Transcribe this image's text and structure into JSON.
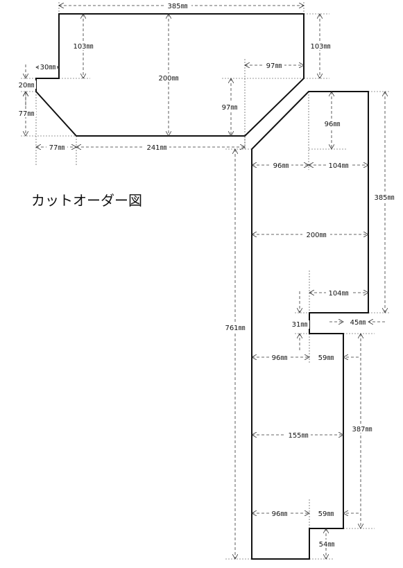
{
  "title": "カットオーダー図",
  "labels": {
    "top_width": "385㎜",
    "top_height_left": "103㎜",
    "top_height_right": "103㎜",
    "center_height": "200㎜",
    "left_step_width": "30㎜",
    "left_step_height": "20㎜",
    "left_bevel_height": "77㎜",
    "left_bevel_width": "77㎜",
    "bottom_width": "241㎜",
    "right_bevel_width": "97㎜",
    "right_bevel_height": "97㎜",
    "leg_bevel_height": "96㎜",
    "leg_inner_width": "96㎜",
    "leg_outer_width": "104㎜",
    "leg_height_right": "385㎜",
    "leg_width": "200㎜",
    "step_width": "104㎜",
    "step_height": "31㎜",
    "step_offset": "45㎜",
    "total_height": "761㎜",
    "lower_inner_1": "96㎜",
    "notch_1": "59㎜",
    "lower_width": "155㎜",
    "lower_height": "387㎜",
    "lower_inner_2": "96㎜",
    "notch_2": "59㎜",
    "bottom_notch": "54㎜"
  }
}
